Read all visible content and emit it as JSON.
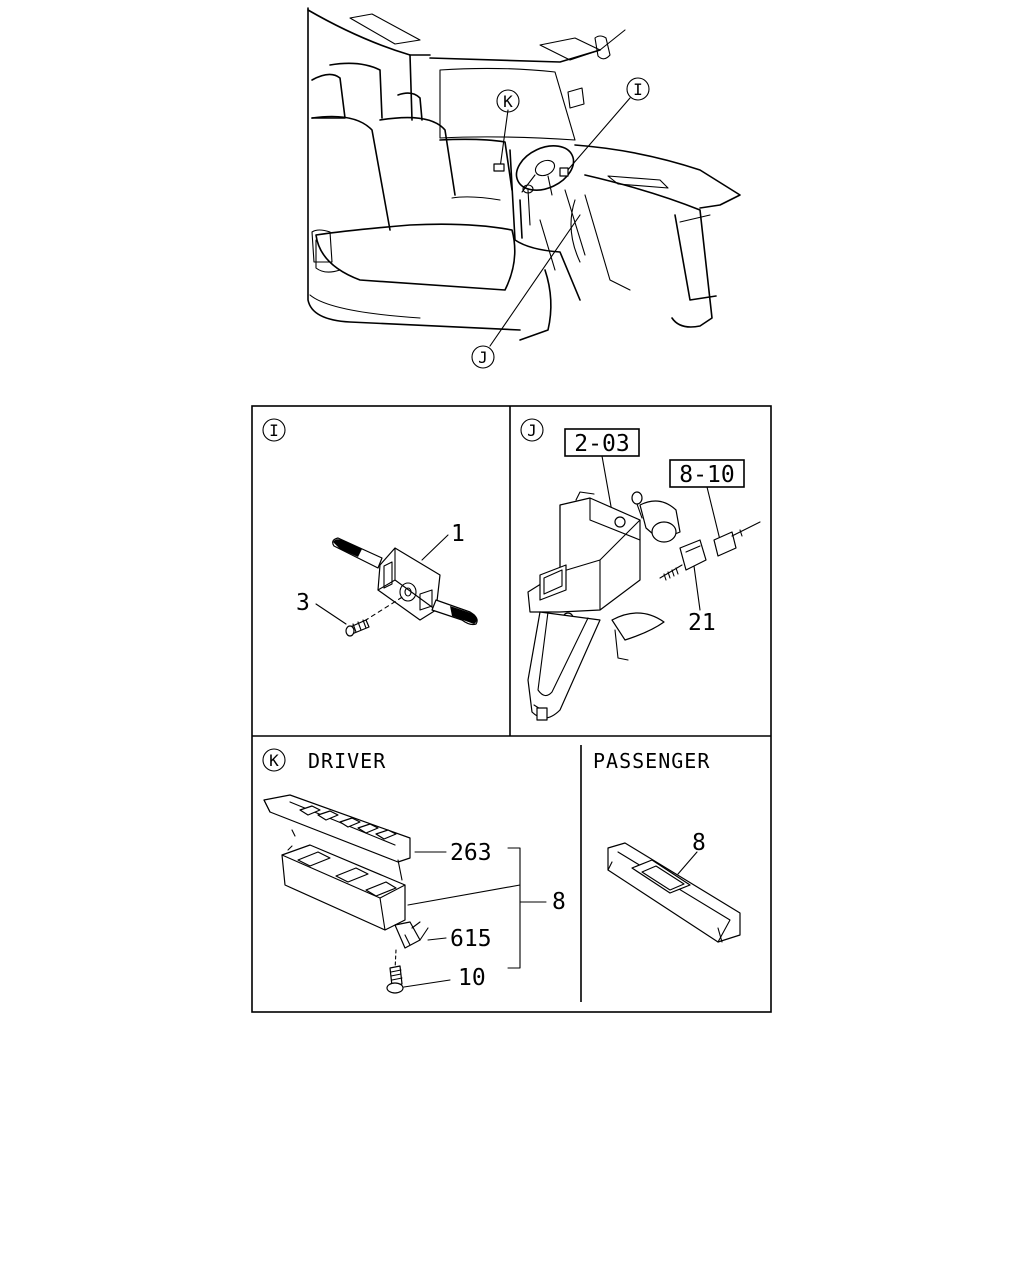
{
  "overview": {
    "callouts": {
      "i": "I",
      "j": "J",
      "k": "K"
    }
  },
  "panel_i": {
    "marker": "I",
    "labels": {
      "p1": "1",
      "p3": "3"
    }
  },
  "panel_j": {
    "marker": "J",
    "refs": {
      "r1": "2-03",
      "r2": "8-10"
    },
    "labels": {
      "p21": "21"
    }
  },
  "panel_k": {
    "marker": "K",
    "driver": {
      "title": "DRIVER",
      "labels": {
        "p263": "263",
        "p615": "615",
        "p10": "10",
        "p8": "8"
      }
    },
    "passenger": {
      "title": "PASSENGER",
      "labels": {
        "p8": "8"
      }
    }
  }
}
